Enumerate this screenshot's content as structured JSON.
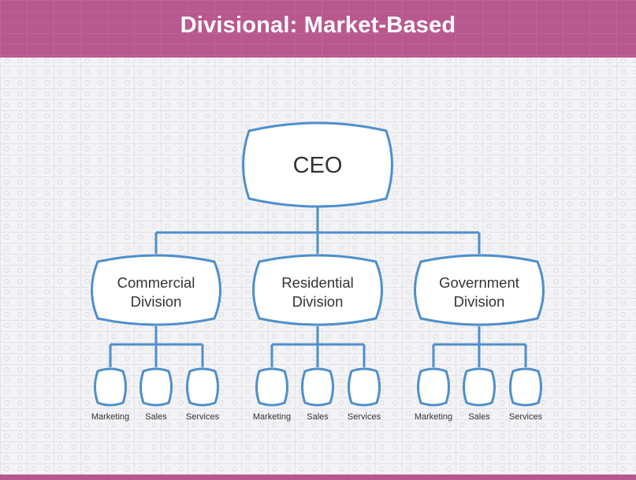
{
  "header": {
    "title": "Divisional: Market-Based"
  },
  "colors": {
    "banner": "#b8588e",
    "line": "#4f8fcb",
    "node_fill": "#ffffff",
    "text": "#333333"
  },
  "org": {
    "root": {
      "label": "CEO"
    },
    "divisions": [
      {
        "line1": "Commercial",
        "line2": "Division",
        "units": [
          "Marketing",
          "Sales",
          "Services"
        ]
      },
      {
        "line1": "Residential",
        "line2": "Division",
        "units": [
          "Marketing",
          "Sales",
          "Services"
        ]
      },
      {
        "line1": "Government",
        "line2": "Division",
        "units": [
          "Marketing",
          "Sales",
          "Services"
        ]
      }
    ]
  }
}
